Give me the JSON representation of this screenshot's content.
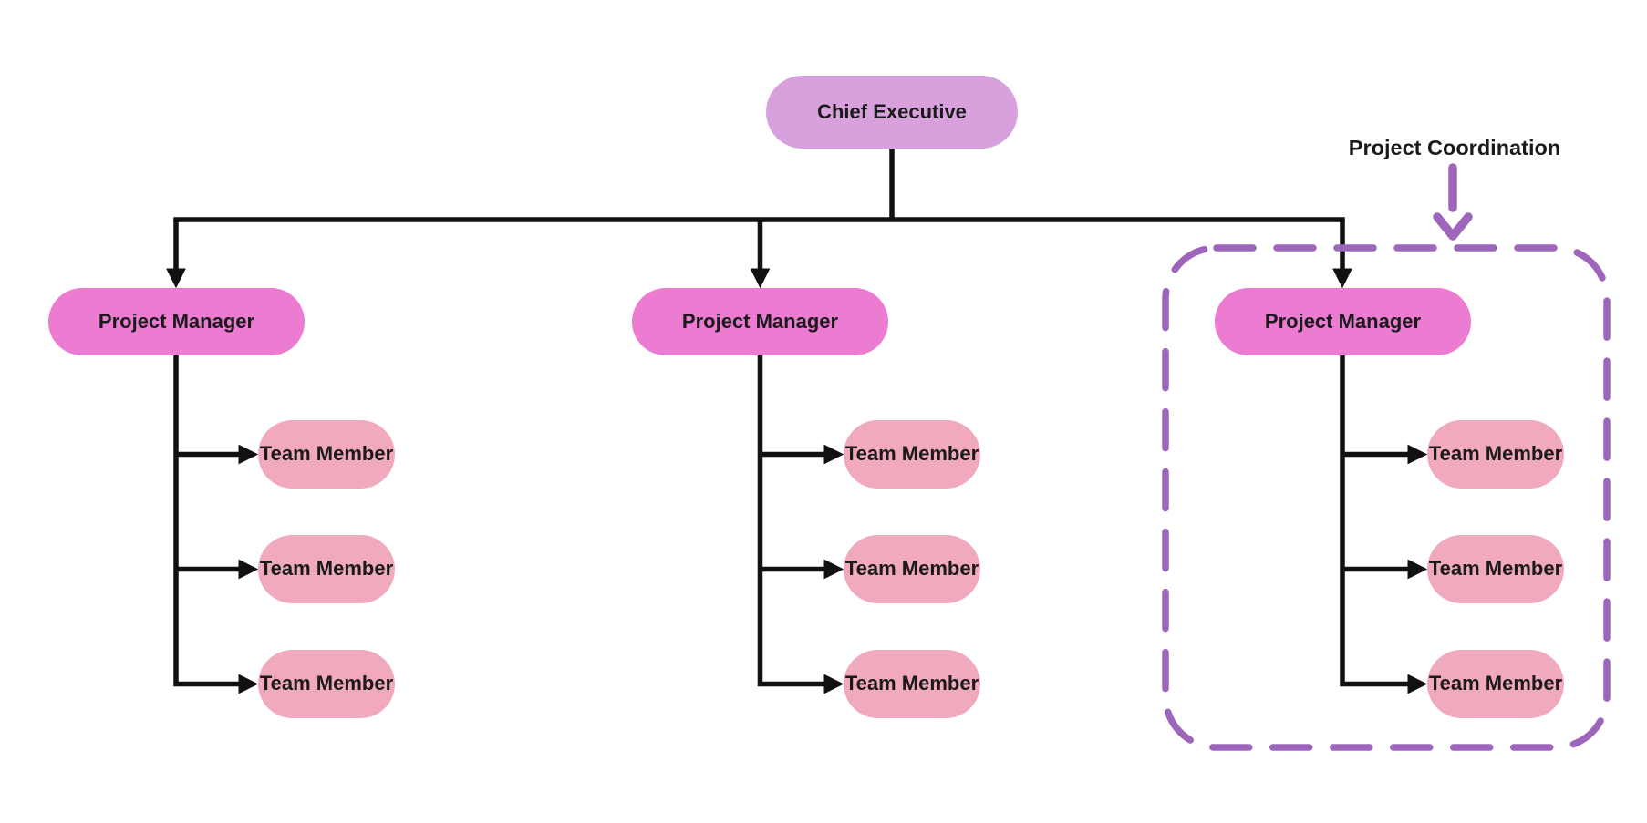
{
  "diagram": {
    "type": "org-chart",
    "root": {
      "label": "Chief Executive"
    },
    "managers": [
      {
        "label": "Project Manager",
        "members": [
          {
            "label": "Team Member"
          },
          {
            "label": "Team Member"
          },
          {
            "label": "Team Member"
          }
        ]
      },
      {
        "label": "Project Manager",
        "members": [
          {
            "label": "Team Member"
          },
          {
            "label": "Team Member"
          },
          {
            "label": "Team Member"
          }
        ]
      },
      {
        "label": "Project Manager",
        "members": [
          {
            "label": "Team Member"
          },
          {
            "label": "Team Member"
          },
          {
            "label": "Team Member"
          }
        ],
        "highlighted": true
      }
    ],
    "annotation": {
      "label": "Project Coordination",
      "target": "third-manager-group"
    }
  },
  "colors": {
    "background": "#ffffff",
    "executive_fill": "#d8a1dd",
    "manager_fill": "#ec7bd2",
    "member_fill": "#f1aabd",
    "connector": "#111111",
    "annotation_accent": "#9d66ba",
    "text": "#1a1a1a"
  }
}
